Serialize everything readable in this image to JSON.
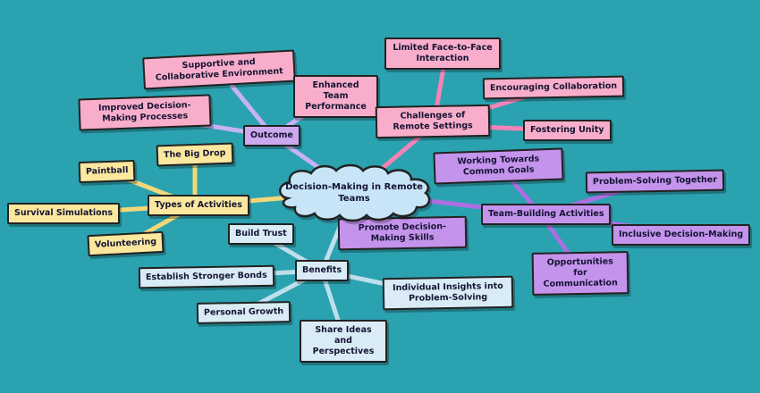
{
  "title": "Decision-Making in Remote Teams Mind Map",
  "nodes": {
    "center": "Decision-Making in Remote Teams",
    "outcome": "Outcome",
    "supportive_environment": "Supportive and Collaborative Environment",
    "enhanced_performance": "Enhanced Team Performance",
    "improved_processes": "Improved Decision-Making Processes",
    "challenges": "Challenges of Remote Settings",
    "limited_interaction": "Limited Face-to-Face Interaction",
    "encouraging_collaboration": "Encouraging Collaboration",
    "fostering_unity": "Fostering Unity",
    "types_of_activities": "Types of Activities",
    "the_big_drop": "The Big Drop",
    "paintball": "Paintball",
    "survival_simulations": "Survival Simulations",
    "volunteering": "Volunteering",
    "team_building": "Team-Building Activities",
    "working_common_goals": "Working Towards Common Goals",
    "problem_solving_together": "Problem-Solving Together",
    "inclusive_decision_making": "Inclusive Decision-Making",
    "opportunities_communication": "Opportunities for Communication",
    "promote_skills": "Promote Decision-Making Skills",
    "benefits": "Benefits",
    "build_trust": "Build Trust",
    "stronger_bonds": "Establish Stronger Bonds",
    "personal_growth": "Personal Growth",
    "share_ideas": "Share Ideas and Perspectives",
    "individual_insights": "Individual Insights into Problem-Solving"
  },
  "hierarchy": {
    "Decision-Making in Remote Teams": {
      "Outcome": [
        "Supportive and Collaborative Environment",
        "Enhanced Team Performance",
        "Improved Decision-Making Processes"
      ],
      "Challenges of Remote Settings": [
        "Limited Face-to-Face Interaction",
        "Encouraging Collaboration",
        "Fostering Unity"
      ],
      "Types of Activities": [
        "The Big Drop",
        "Paintball",
        "Survival Simulations",
        "Volunteering"
      ],
      "Team-Building Activities": [
        "Working Towards Common Goals",
        "Problem-Solving Together",
        "Inclusive Decision-Making",
        "Opportunities for Communication"
      ],
      "Promote Decision-Making Skills": [],
      "Benefits": [
        "Build Trust",
        "Establish Stronger Bonds",
        "Personal Growth",
        "Share Ideas and Perspectives",
        "Individual Insights into Problem-Solving"
      ]
    }
  },
  "colors": {
    "background": "#2BA2B0",
    "pink_node": "#F8AECB",
    "pink_edge": "#F583B6",
    "lavender_node": "#CBA9EF",
    "lavender_edge": "#C7B2F4",
    "purple_node": "#C493EC",
    "purple_edge": "#AC6FE2",
    "yellow_node": "#FBE79E",
    "yellow_edge": "#F2D879",
    "blue_node": "#D9ECF6",
    "blue_edge": "#BEDFEC",
    "cloud_fill": "#C7E5F7",
    "border": "#222222",
    "text": "#141432"
  }
}
